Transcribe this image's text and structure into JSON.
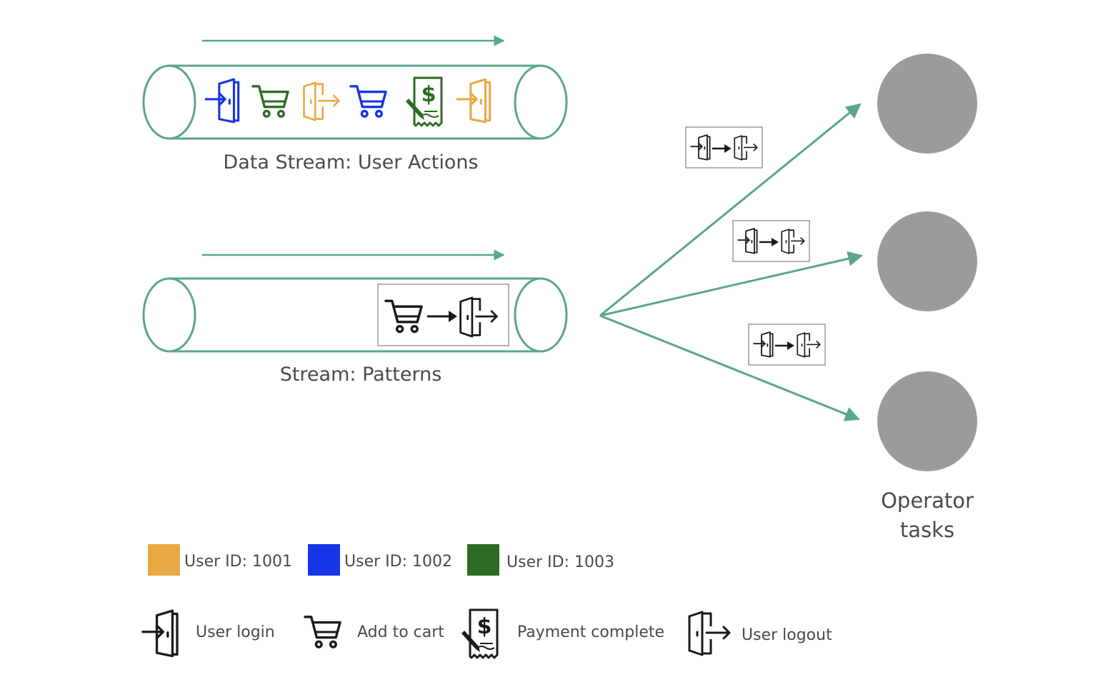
{
  "colors": {
    "teal": "#5aa68a",
    "user_1001": "#e8a844",
    "user_1002": "#1634e8",
    "user_1003": "#2d6b24",
    "operator": "#9b9b9b",
    "label_text": "#4a4a4a",
    "icon_black": "#1a1a1a"
  },
  "streams": {
    "user_actions": {
      "label": "Data Stream: User Actions",
      "events": [
        {
          "icon": "login-icon",
          "user": "1002"
        },
        {
          "icon": "cart-icon",
          "user": "1003"
        },
        {
          "icon": "logout-icon",
          "user": "1001"
        },
        {
          "icon": "cart-icon",
          "user": "1002"
        },
        {
          "icon": "payment-icon",
          "user": "1003"
        },
        {
          "icon": "login-icon",
          "user": "1001"
        }
      ]
    },
    "patterns": {
      "label": "Stream: Patterns",
      "pattern_icons": [
        "cart-icon",
        "logout-icon"
      ]
    }
  },
  "broadcast_patterns": [
    {
      "icons": [
        "login-icon",
        "logout-icon"
      ]
    },
    {
      "icons": [
        "login-icon",
        "logout-icon"
      ]
    },
    {
      "icons": [
        "login-icon",
        "logout-icon"
      ]
    }
  ],
  "operators": {
    "label_line1": "Operator",
    "label_line2": "tasks",
    "count": 3
  },
  "legend": {
    "users": [
      {
        "label": "User ID: 1001",
        "color_key": "user_1001"
      },
      {
        "label": "User ID: 1002",
        "color_key": "user_1002"
      },
      {
        "label": "User ID: 1003",
        "color_key": "user_1003"
      }
    ],
    "actions": [
      {
        "icon": "login-icon",
        "label": "User login"
      },
      {
        "icon": "cart-icon",
        "label": "Add to cart"
      },
      {
        "icon": "payment-icon",
        "label": "Payment complete"
      },
      {
        "icon": "logout-icon",
        "label": "User logout"
      }
    ]
  }
}
